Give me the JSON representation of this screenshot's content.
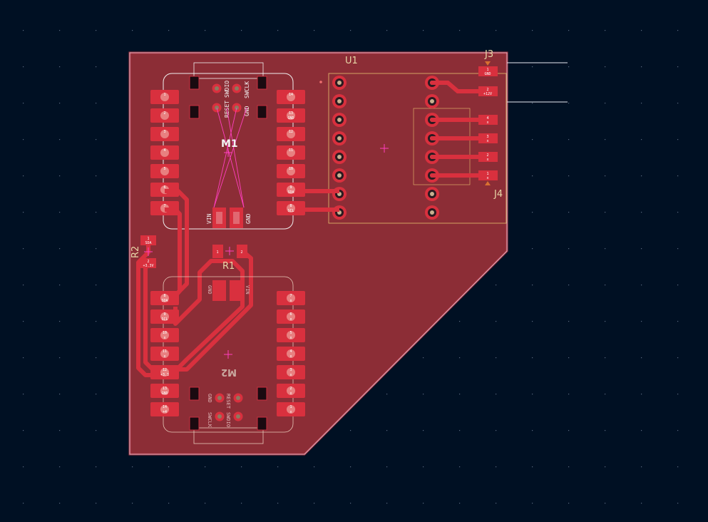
{
  "colors": {
    "background": "#001023",
    "copper_fill": "#8c2d36",
    "copper_edge": "#a8323e",
    "pad": "#d9303e",
    "track": "#d9303e",
    "silk": "#f2f2f2",
    "fab": "#c9b48a",
    "ratsnest": "#ff3fbf",
    "edge_cuts": "#c8c8d8"
  },
  "refs": {
    "u1": "U1",
    "j3": "J3",
    "j4": "J4",
    "m1": "M1",
    "m2": "M2",
    "r1": "R1",
    "r2": "R2"
  },
  "m1": {
    "swd_labels": [
      "RESET",
      "SWDIO",
      "GND",
      "SWCLK"
    ],
    "power_labels": [
      "VIN",
      "GND"
    ],
    "left_pads": [
      "1",
      "2",
      "3",
      "4",
      "5",
      "6",
      "7"
    ],
    "right_pads": [
      "14",
      "13",
      "12",
      "11",
      "10",
      "9",
      "8"
    ],
    "right_pad_names": [
      "",
      "GND",
      "",
      "",
      "",
      "SDA",
      "SCL"
    ]
  },
  "m2": {
    "left_pads": [
      {
        "num": "8",
        "name": "SDA"
      },
      {
        "num": "9",
        "name": "SCL"
      },
      {
        "num": "10",
        "name": "x"
      },
      {
        "num": "11",
        "name": "x"
      },
      {
        "num": "12",
        "name": "+3.3"
      },
      {
        "num": "13",
        "name": "GND"
      },
      {
        "num": "14",
        "name": "+4"
      }
    ],
    "right_pads": [
      "7",
      "6",
      "5",
      "4",
      "3",
      "2",
      "1"
    ],
    "power_labels": [
      "GND",
      "VIN"
    ],
    "swd_labels": [
      "GND",
      "SWCLK",
      "RESET",
      "SWDIO"
    ]
  },
  "j3": {
    "pads": [
      "1",
      "2"
    ],
    "nets": [
      "GND",
      "+12V"
    ]
  },
  "j4": {
    "pads": [
      "4",
      "3",
      "2",
      "1"
    ],
    "nets": [
      "x",
      "x",
      "x",
      "x"
    ]
  },
  "r1": {
    "pads": [
      "1",
      "2"
    ]
  },
  "r2": {
    "pads": [
      "1",
      "2"
    ],
    "nets": [
      "SDA",
      "+3.3V"
    ]
  }
}
